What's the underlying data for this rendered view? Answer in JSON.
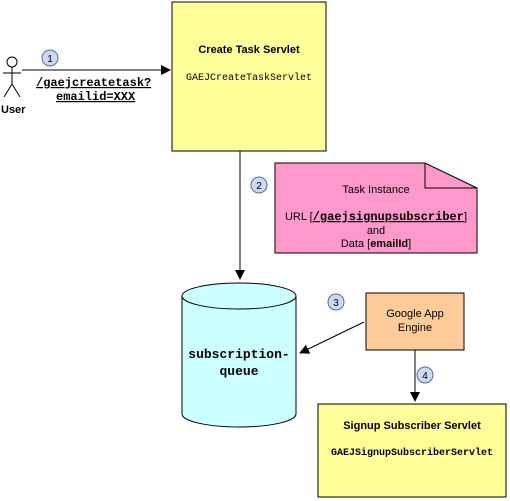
{
  "actor": {
    "label": "User"
  },
  "steps": [
    "1",
    "2",
    "3",
    "4"
  ],
  "request": {
    "line1": "/gaejcreatetask?",
    "line2": "emailid=XXX"
  },
  "create_servlet": {
    "title": "Create Task Servlet",
    "class_name": "GAEJCreateTaskServlet"
  },
  "task_instance": {
    "title": "Task Instance",
    "url_prefix": "URL [",
    "url_value": "/gaejsignupsubscriber",
    "url_suffix": "]",
    "and_text": "and",
    "data_prefix": "Data [",
    "data_value": "emailId",
    "data_suffix": "]"
  },
  "queue": {
    "line1": "subscription-",
    "line2": "queue"
  },
  "app_engine": {
    "line1": "Google App",
    "line2": "Engine"
  },
  "signup_servlet": {
    "title": "Signup Subscriber Servlet",
    "class_name": "GAEJSignupSubscriberServlet"
  },
  "colors": {
    "servlet_fill": "#ffff99",
    "task_fill": "#ff99cc",
    "queue_fill": "#ccffff",
    "engine_fill": "#ffcc99",
    "step_fill": "#ccd9f0",
    "stroke": "#000000"
  }
}
